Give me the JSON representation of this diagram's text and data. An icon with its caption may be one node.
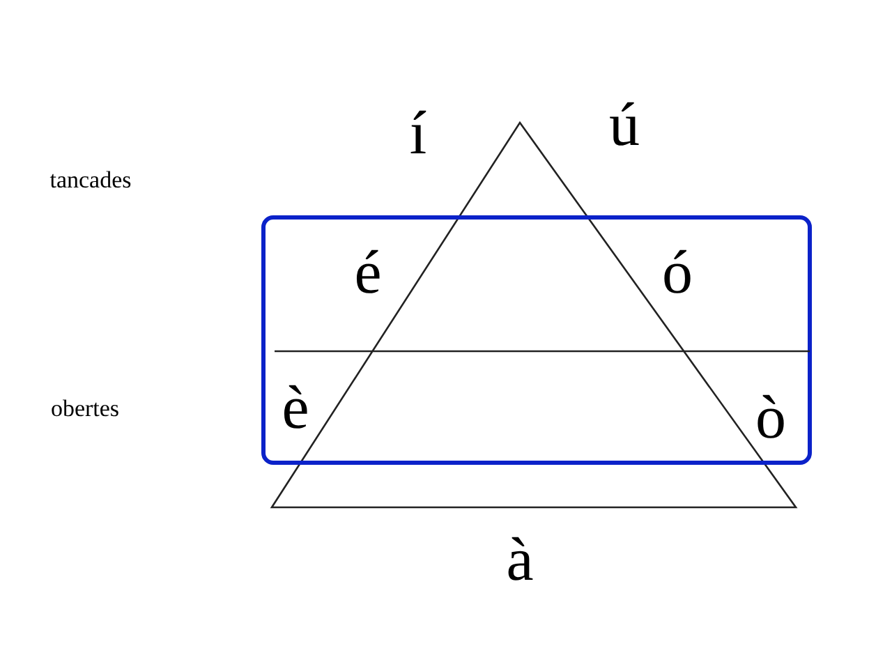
{
  "diagram": {
    "labels": [
      "tancades",
      "obertes",
      "í",
      "ú",
      "é",
      "ó",
      "è",
      "ò",
      "à"
    ]
  }
}
